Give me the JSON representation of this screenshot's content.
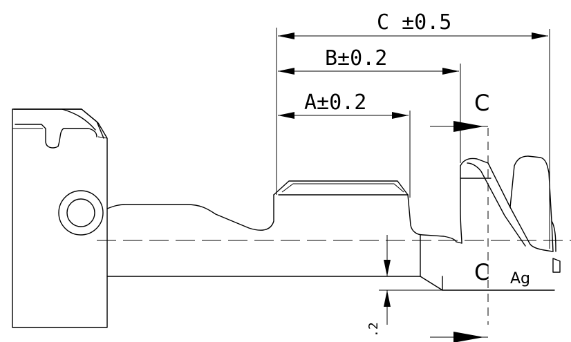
{
  "dimensions": {
    "a": "A±0.2",
    "b": "B±0.2",
    "c": "C ±0.5"
  },
  "section": {
    "letter": "C"
  },
  "body_marks": {
    "section_letter": "C",
    "plating": "Ag"
  },
  "partial_dimension": ".2"
}
